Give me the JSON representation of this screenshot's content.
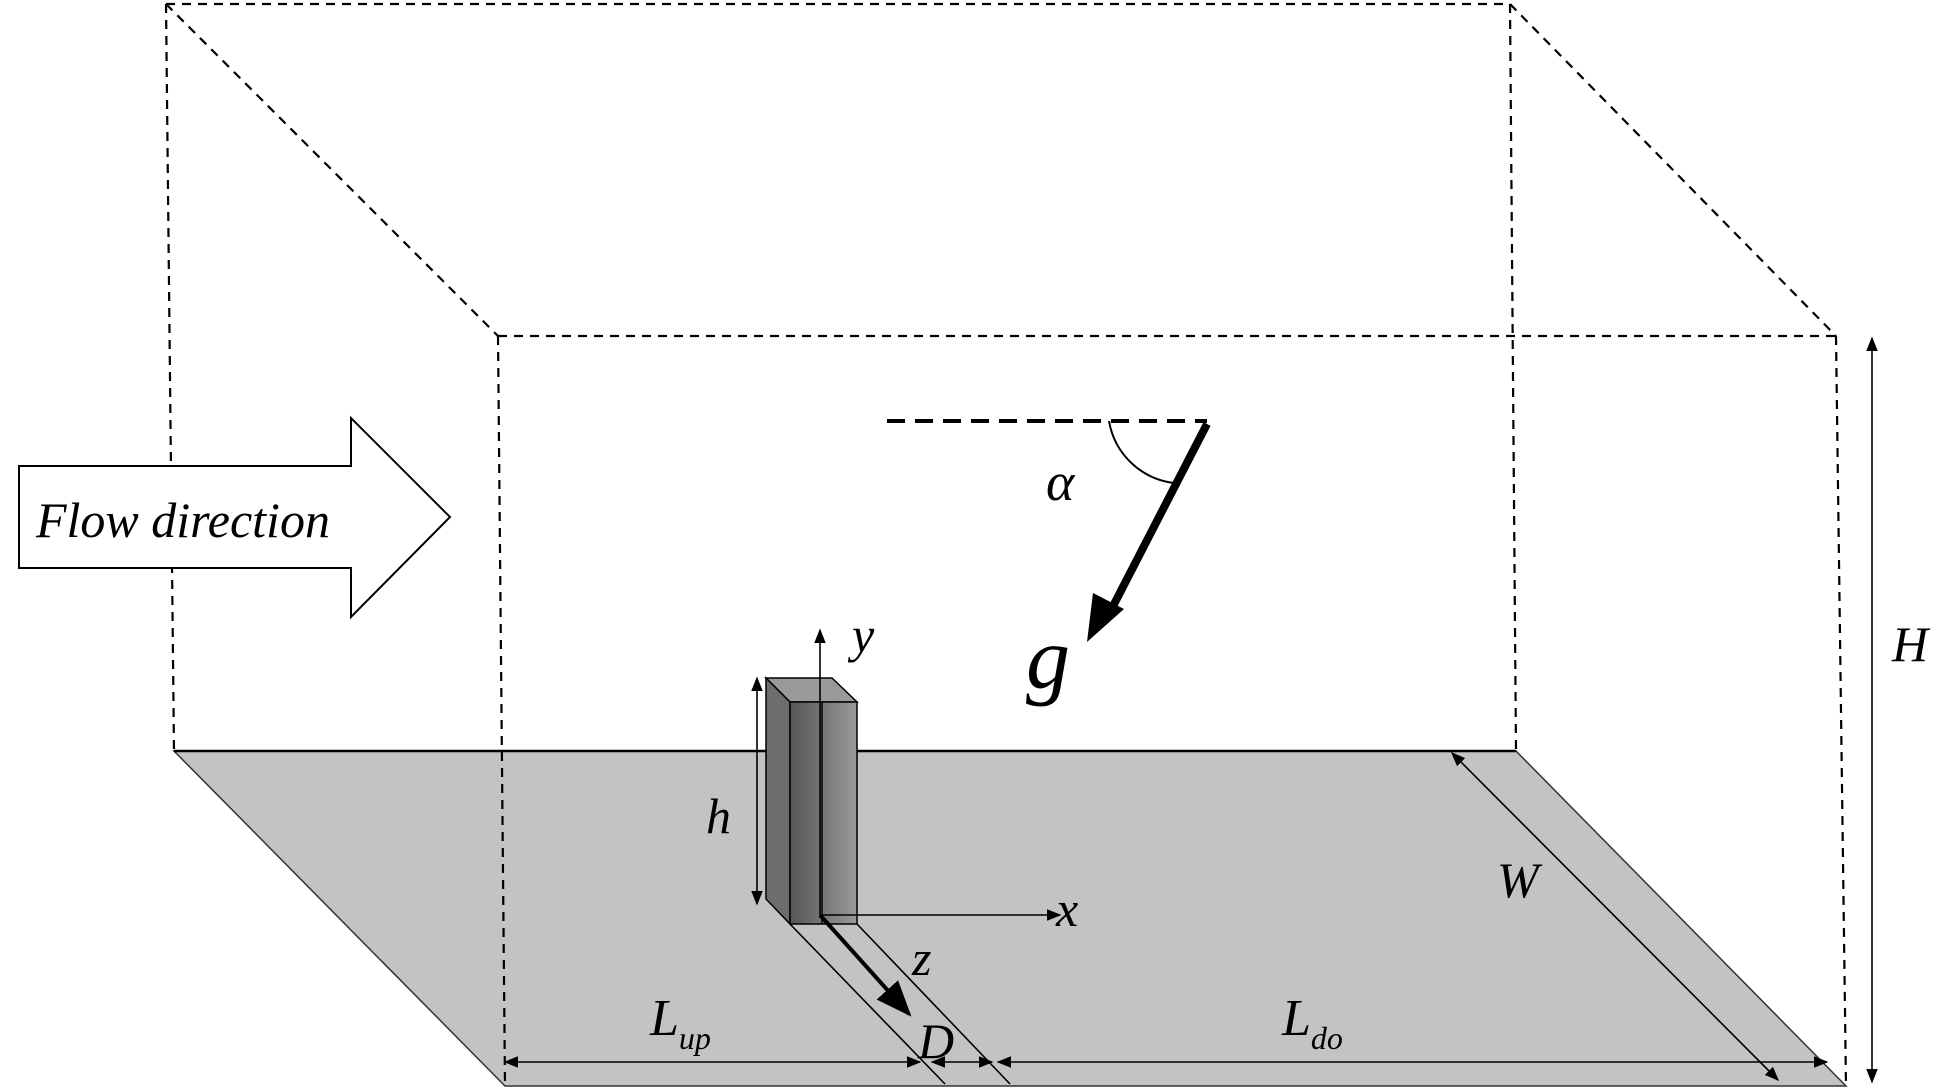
{
  "flow_label": "Flow direction",
  "labels": {
    "alpha": "α",
    "g": "g",
    "y": "y",
    "x": "x",
    "z": "z",
    "h": "h",
    "H": "H",
    "W": "W",
    "D": "D",
    "L_up_main": "L",
    "L_up_sub": "up",
    "L_do_main": "L",
    "L_do_sub": "do"
  },
  "colors": {
    "floor": "#c3c3c3",
    "block_front_dark": "#5a5a5a",
    "block_front_light": "#a8a8a8",
    "block_side": "#bcbcbc",
    "block_top": "#9a9a9a"
  }
}
